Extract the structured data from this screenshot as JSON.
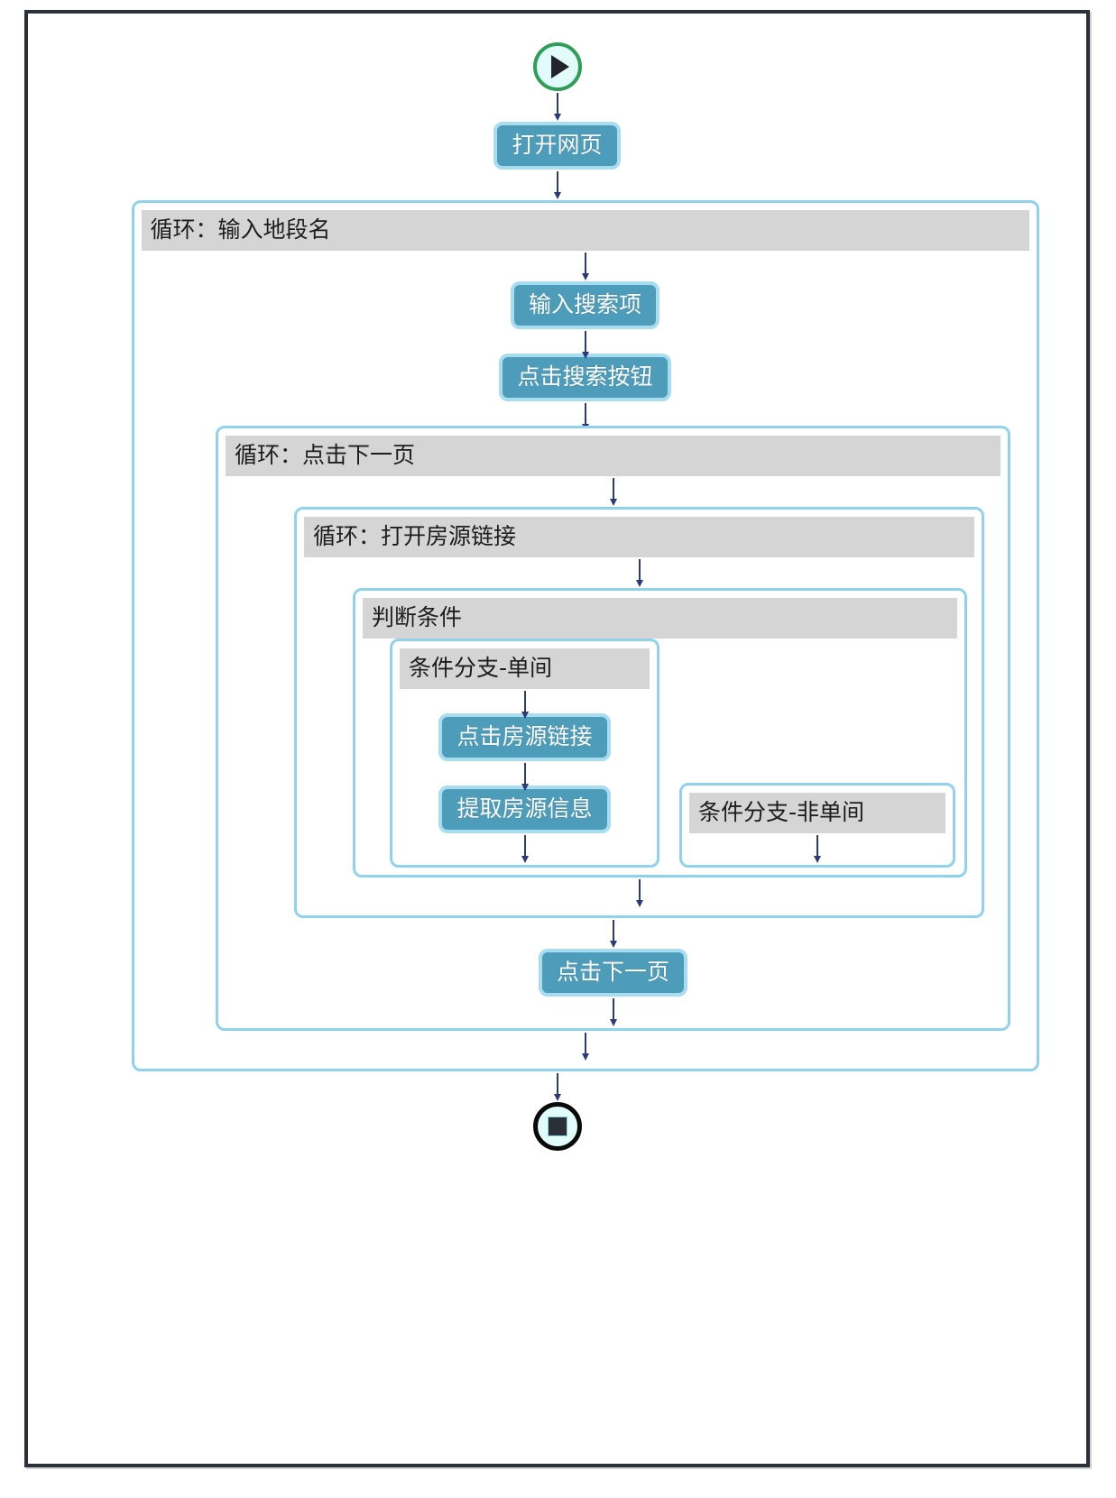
{
  "diagram": {
    "type": "rpa-flowchart",
    "title": "",
    "colors": {
      "frame": "#2b303a",
      "container_border": "#8fd2ee",
      "container_title_bg": "#d5d5d5",
      "step_fill": "#4d9cba",
      "step_border": "#a8dcf0",
      "step_text": "#ffffff",
      "arrow": "#2c3a78",
      "start_ring": "#2e9e58",
      "end_ring": "#0a0a0a",
      "terminal_fill": "#e2fbfb"
    },
    "start_node": {
      "icon": "play-triangle-icon",
      "label": ""
    },
    "end_node": {
      "icon": "stop-square-icon",
      "label": ""
    },
    "steps": {
      "open_page": "打开网页",
      "input_search_term": "输入搜索项",
      "click_search_button": "点击搜索按钮",
      "click_listing_link": "点击房源链接",
      "extract_listing_info": "提取房源信息",
      "click_next_page": "点击下一页"
    },
    "containers": {
      "loop_district": "循环：输入地段名",
      "loop_next_page": "循环：点击下一页",
      "loop_open_listing": "循环：打开房源链接",
      "condition_judge": "判断条件",
      "branch_single_room": "条件分支-单间",
      "branch_non_single_room": "条件分支-非单间"
    }
  }
}
